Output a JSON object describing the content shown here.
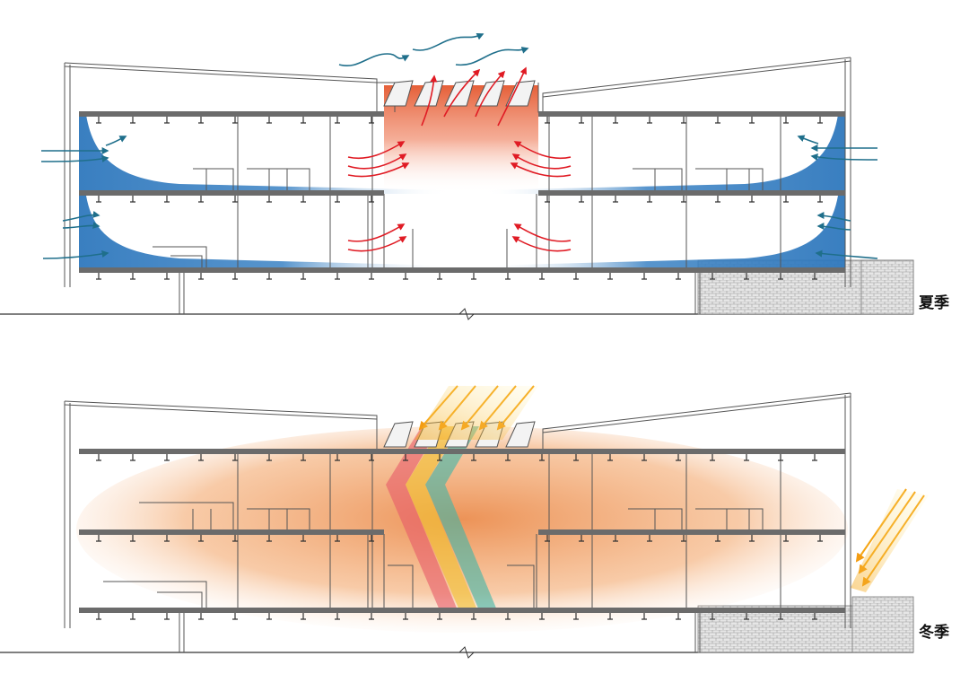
{
  "sections": [
    {
      "id": "summer",
      "label": "夏季",
      "colors": {
        "cool_air": "#3a7fbf",
        "warm_air": "#e8623a",
        "wind_arrow": "#1f6f8b",
        "hot_arrow": "#e01b24"
      }
    },
    {
      "id": "winter",
      "label": "冬季",
      "colors": {
        "warm_glow": "#e8914a",
        "sun_ray": "#f7b418",
        "rainbow": [
          "#e85c6a",
          "#f2c230",
          "#3fb6a8"
        ]
      }
    }
  ]
}
